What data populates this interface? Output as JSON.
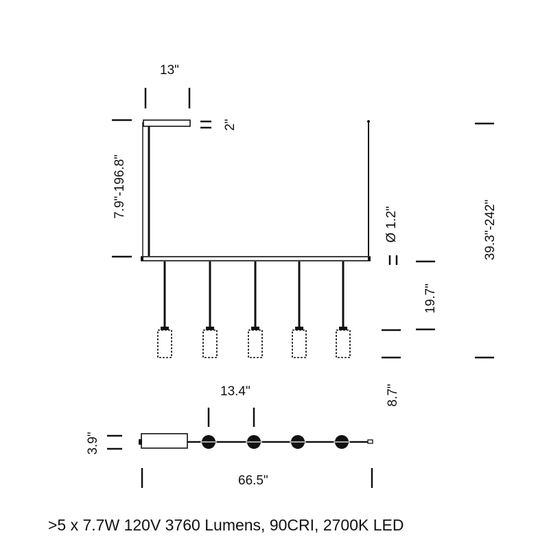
{
  "dimensions": {
    "canopy_width": "13\"",
    "canopy_height": "2\"",
    "suspension_length": "7.9\"-196.8\"",
    "bar_diameter": "Ø 1.2\"",
    "overall_height": "39.3\"-242\"",
    "pendant_drop": "19.7\"",
    "shade_height": "8.7\"",
    "pendant_spacing": "13.4\"",
    "body_depth": "3.9\"",
    "overall_length": "66.5\""
  },
  "spec_text": ">5 x 7.7W 120V 3760 Lumens, 90CRI, 2700K LED",
  "colors": {
    "line": "#111111",
    "bar": "#f2f2f2"
  }
}
